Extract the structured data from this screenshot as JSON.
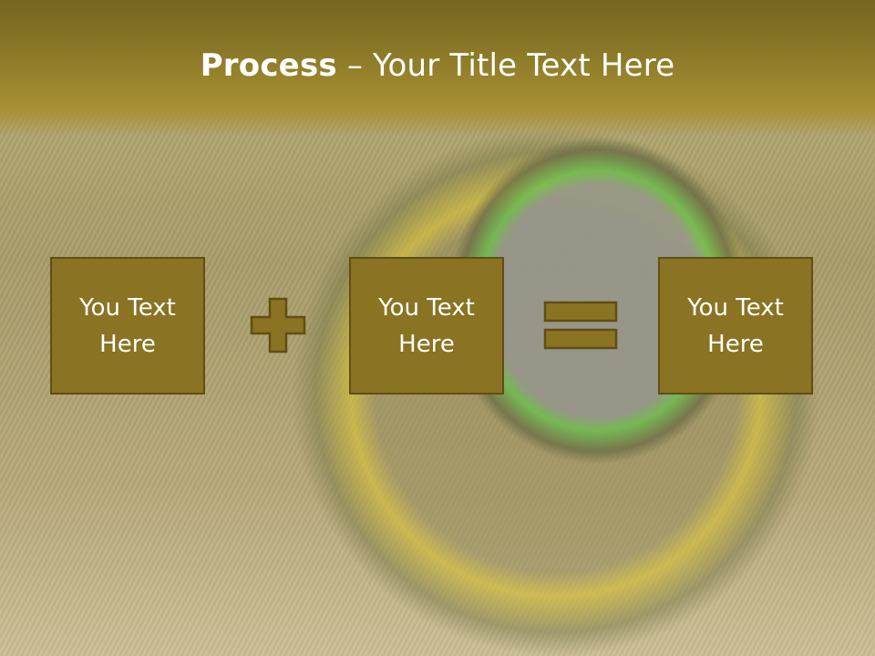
{
  "slide": {
    "title_bold": "Process",
    "title_rest": " – Your Title Text Here",
    "boxes": [
      {
        "label": "You Text Here"
      },
      {
        "label": "You Text Here"
      },
      {
        "label": "You Text Here"
      }
    ],
    "operators": [
      "plus-icon",
      "equals-icon"
    ],
    "colors": {
      "title_bar": "#8c7a28",
      "box_fill": "#8a7322",
      "box_border": "#5f4f14",
      "text": "#ffffff"
    }
  }
}
